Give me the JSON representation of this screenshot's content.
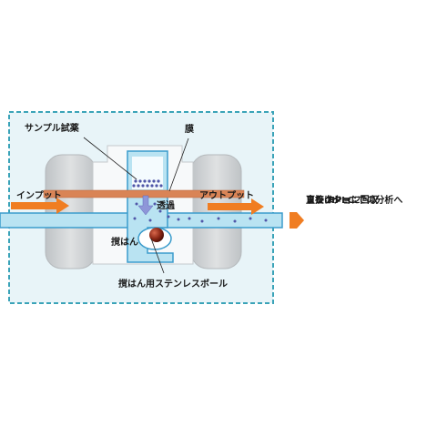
{
  "labels": {
    "sample": "サンプル試薬",
    "membrane": "膜",
    "permeation": "透過",
    "input": "インプット",
    "output": "アウトプット",
    "stirring": "撹はん",
    "stir_ball": "撹はん用ステンレスボール"
  },
  "output_note": [
    "フラクション",
    "コレクターに回収",
    "または",
    "直接 HPLC での分析へ"
  ],
  "colors": {
    "frame_dashed": "#3aa3b8",
    "frame_fill": "#e8f4f8",
    "body_gray": "#cfd2d4",
    "tube_blue": "#b9e3f2",
    "tube_stroke": "#3b9ccc",
    "membrane": "#d98456",
    "arrow_orange": "#f07d22",
    "ball": "#7a1f12",
    "particles": "#4f56a8"
  }
}
